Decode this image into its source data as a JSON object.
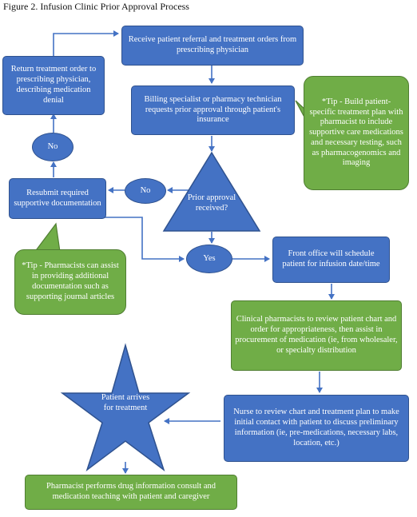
{
  "title": "Figure 2. Infusion Clinic Prior Approval Process",
  "nodes": {
    "receive_referral": "Receive patient referral and treatment orders from prescribing physician",
    "billing_request": "Billing specialist or pharmacy technician requests prior approval through patient's insurance",
    "return_order": "Return treatment order to prescribing physician, describing medication denial",
    "no_top": "No",
    "no_mid": "No",
    "resubmit": "Resubmit required supportive documentation",
    "decision": "Prior approval received?",
    "yes": "Yes",
    "front_office": "Front office will schedule patient for infusion date/time",
    "clinical_pharmacist": "Clinical pharmacists to review patient chart and order for appropriateness, then assist in procurement of medication (ie, from wholesaler, or specialty distribution",
    "nurse_review": "Nurse to review chart and treatment plan to make initial contact with patient to discuss preliminary information (ie, pre-medications, necessary labs, location, etc.)",
    "patient_arrives": "Patient arrives for treatment",
    "pharmacist_consult": "Pharmacist performs drug information consult and medication teaching with patient and caregiver"
  },
  "tips": {
    "tip_plan": "*Tip - Build patient-specific treatment plan with pharmacist to include supportive care medications and necessary testing, such as pharmacogenomics and imaging",
    "tip_docs": "*Tip - Pharmacists can assist in providing additional documentation such as supporting journal articles"
  },
  "colors": {
    "process_fill": "#4472c4",
    "process_stroke": "#2f528f",
    "tip_fill": "#70ad47",
    "tip_stroke": "#507e32",
    "arrow": "#4472c4"
  }
}
